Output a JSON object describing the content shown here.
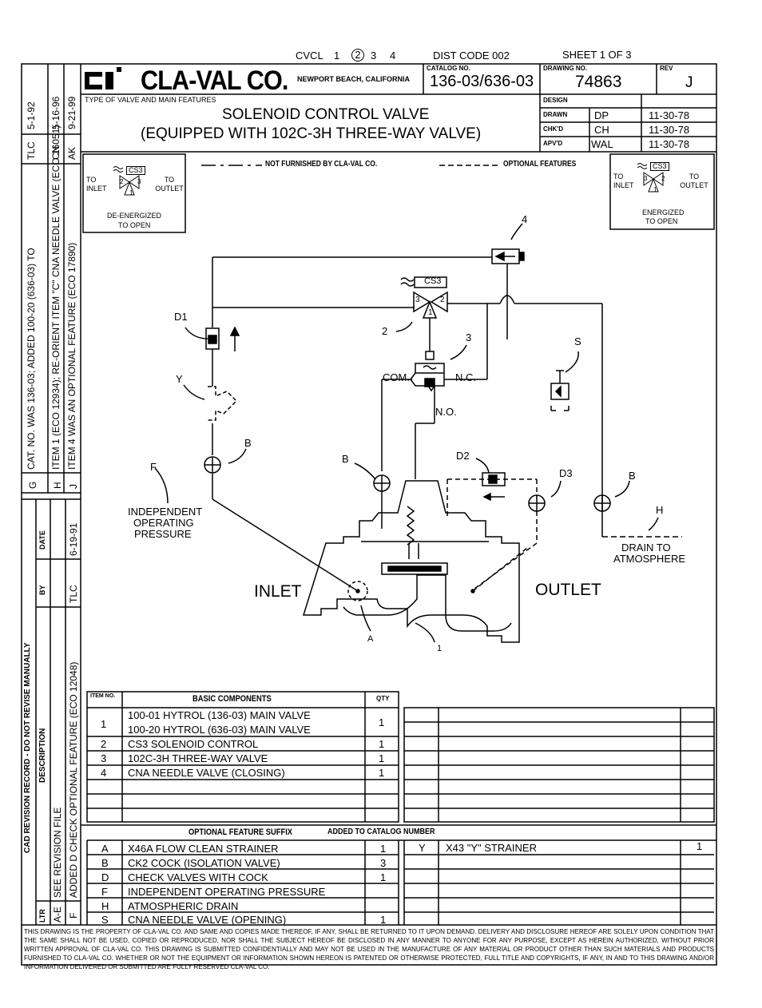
{
  "header": {
    "cvcl_label": "CVCL",
    "cvcl_numbers": [
      "1",
      "2",
      "3",
      "4"
    ],
    "cvcl_selected": "2",
    "dist_code": "DIST CODE 002",
    "sheet": "SHEET 1 OF 3"
  },
  "title_block": {
    "company": "CLA-VAL CO.",
    "location": "NEWPORT BEACH, CALIFORNIA",
    "type_label": "TYPE OF VALVE AND MAIN FEATURES",
    "title_line1": "SOLENOID CONTROL VALVE",
    "title_line2": "(EQUIPPED WITH 102C-3H THREE-WAY VALVE)",
    "catalog_label": "CATALOG NO.",
    "catalog_no": "136-03/636-03",
    "drawing_label": "DRAWING NO.",
    "drawing_no": "74863",
    "rev_label": "REV",
    "rev": "J",
    "design_label": "DESIGN",
    "drawn_label": "DRAWN",
    "drawn_by": "DP",
    "drawn_date": "11-30-78",
    "checked_label": "CHK'D",
    "checked_by": "CH",
    "checked_date": "11-30-78",
    "approved_label": "APV'D",
    "approved_by": "WAL",
    "approved_date": "11-30-78"
  },
  "revisions_top": [
    {
      "ltr": "G",
      "text": "CAT. NO. WAS 136-03; ADDED 100-20 (636-03) TO",
      "by": "TLC",
      "date": "5-1-92"
    },
    {
      "ltr": "H",
      "text": "ITEM 1 (ECO 12934); RE-ORIENT ITEM \"C\" CNA NEEDLE VALVE (ECO 16051)",
      "by": "CN",
      "date": "5-16-96"
    },
    {
      "ltr": "J",
      "text": "ITEM 4 WAS AN OPTIONAL FEATURE (ECO 17890)",
      "by": "AK",
      "date": "9-21-99"
    }
  ],
  "revisions_side": {
    "cad_note": "CAD REVISION RECORD - DO NOT REVISE MANUALLY",
    "description_label": "DESCRIPTION",
    "by_label": "BY",
    "date_label": "DATE",
    "ltr_label": "LTR",
    "rows": [
      {
        "ltr": "A-E",
        "text": "SEE REVISION FILE"
      },
      {
        "ltr": "F",
        "text": "ADDED D CHECK OPTIONAL FEATURE (ECO 12048)",
        "by": "TLC",
        "date": "6-19-91"
      }
    ]
  },
  "legend": {
    "not_furnished": "NOT FURNISHED BY CLA-VAL CO.",
    "optional": "OPTIONAL FEATURES"
  },
  "diagram": {
    "left_inset": {
      "tag": "CS3",
      "to_inlet": "TO INLET",
      "to_outlet": "TO OUTLET",
      "caption1": "DE-ENERGIZED",
      "caption2": "TO OPEN",
      "p1": "2",
      "p2": "3",
      "p3": "1"
    },
    "right_inset": {
      "tag": "CS3",
      "to_inlet": "TO INLET",
      "to_outlet": "TO OUTLET",
      "caption1": "ENERGIZED",
      "caption2": "TO OPEN",
      "p1": "3",
      "p2": "2",
      "p3": "1"
    },
    "solenoid_tag": "CS3",
    "sol_ports": [
      "3",
      "2",
      "1"
    ],
    "labels": {
      "d1": "D1",
      "y": "Y",
      "b1": "B",
      "f": "F",
      "b2": "B",
      "d2": "D2",
      "d3": "D3",
      "b3": "B",
      "s": "S",
      "h": "H",
      "n2": "2",
      "n3": "3",
      "n4": "4",
      "com": "COM.",
      "nc": "N.C.",
      "no": "N.O.",
      "a": "A",
      "n1": "1"
    },
    "independent": [
      "INDEPENDENT",
      "OPERATING",
      "PRESSURE"
    ],
    "drain": [
      "DRAIN TO",
      "ATMOSPHERE"
    ],
    "inlet": "INLET",
    "outlet": "OUTLET"
  },
  "basic_components": {
    "item_header": "ITEM NO.",
    "title": "BASIC COMPONENTS",
    "qty_header": "QTY",
    "rows": [
      {
        "item": "1",
        "desc": [
          "100-01 HYTROL (136-03) MAIN VALVE",
          "100-20 HYTROL (636-03) MAIN VALVE"
        ],
        "qty": "1"
      },
      {
        "item": "2",
        "desc": [
          "CS3 SOLENOID CONTROL"
        ],
        "qty": "1"
      },
      {
        "item": "3",
        "desc": [
          "102C-3H THREE-WAY VALVE"
        ],
        "qty": "1"
      },
      {
        "item": "4",
        "desc": [
          "CNA NEEDLE VALVE (CLOSING)"
        ],
        "qty": "1"
      }
    ]
  },
  "optional_features": {
    "title": "OPTIONAL FEATURE SUFFIX",
    "added": "ADDED TO CATALOG NUMBER",
    "rows": [
      {
        "code": "A",
        "desc": "X46A FLOW CLEAN STRAINER",
        "qty": "1"
      },
      {
        "code": "B",
        "desc": "CK2 COCK (ISOLATION VALVE)",
        "qty": "3"
      },
      {
        "code": "D",
        "desc": "CHECK VALVES WITH COCK",
        "qty": "1"
      },
      {
        "code": "F",
        "desc": "INDEPENDENT OPERATING PRESSURE",
        "qty": ""
      },
      {
        "code": "H",
        "desc": "ATMOSPHERIC DRAIN",
        "qty": ""
      },
      {
        "code": "S",
        "desc": "CNA NEEDLE VALVE (OPENING)",
        "qty": "1"
      }
    ],
    "right_rows": [
      {
        "code": "Y",
        "desc": "X43 \"Y\" STRAINER",
        "qty": "1"
      }
    ]
  },
  "footer_note": "THIS DRAWING IS THE PROPERTY OF CLA-VAL CO. AND SAME AND COPIES MADE THEREOF, IF ANY, SHALL BE RETURNED TO IT UPON DEMAND. DELIVERY AND DISCLOSURE HEREOF ARE SOLELY UPON CONDITION THAT THE SAME SHALL NOT BE USED, COPIED OR REPRODUCED, NOR SHALL THE SUBJECT HEREOF BE DISCLOSED IN ANY MANNER TO ANYONE FOR ANY PURPOSE, EXCEPT AS HEREIN AUTHORIZED, WITHOUT PRIOR WRITTEN APPROVAL OF CLA-VAL CO. THIS DRAWING IS SUBMITTED CONFIDENTIALLY AND MAY NOT BE USED IN THE MANUFACTURE OF ANY MATERIAL OR PRODUCT OTHER THAN SUCH MATERIALS AND PRODUCTS FURNISHED TO CLA-VAL CO. WHETHER OR NOT THE EQUIPMENT OR INFORMATION SHOWN HEREON IS PATENTED OR OTHERWISE PROTECTED, FULL TITLE AND COPYRIGHTS, IF ANY, IN AND TO THIS DRAWING AND/OR INFORMATION DELIVERED OR SUBMITTED ARE FULLY RESERVED CLA-VAL CO."
}
